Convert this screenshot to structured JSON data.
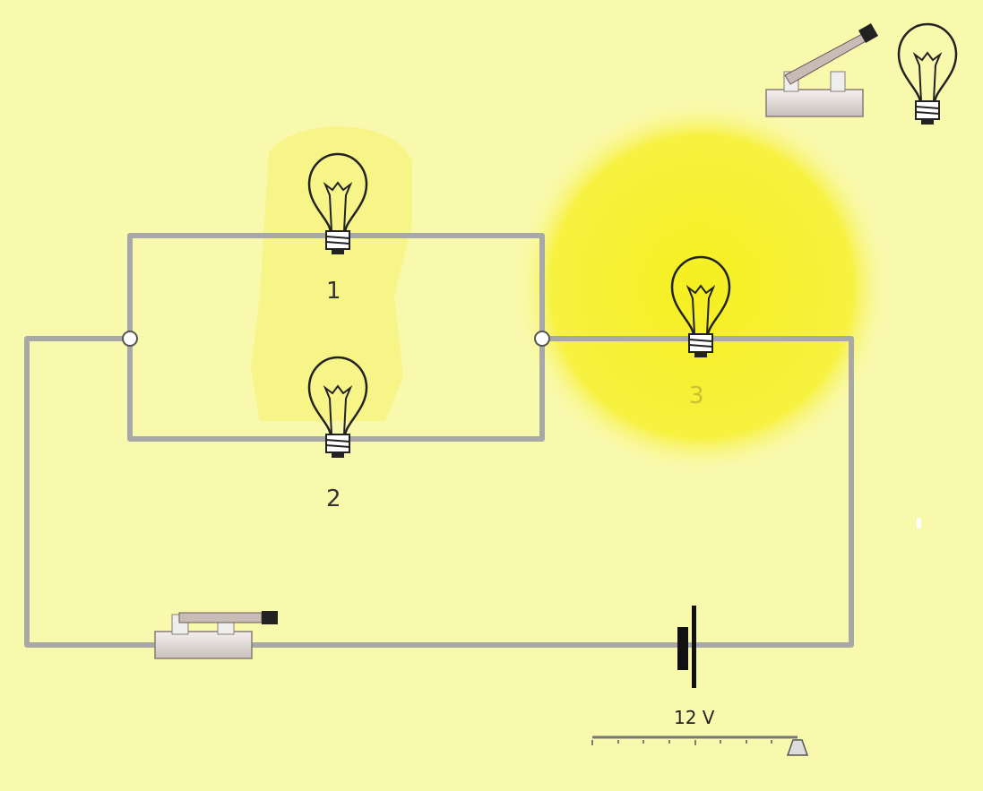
{
  "bulbs": [
    {
      "label": "1",
      "lit": 0.25
    },
    {
      "label": "2",
      "lit": 0.25
    },
    {
      "label": "3",
      "lit": 1.0
    }
  ],
  "battery": {
    "voltage_label": "12 V",
    "voltage": 12,
    "slider_fraction": 1.0
  },
  "switch": {
    "state": "closed"
  },
  "colors": {
    "background": "#f9f9ad",
    "wire": "#a8a8a8",
    "glow": "#f5f030"
  }
}
